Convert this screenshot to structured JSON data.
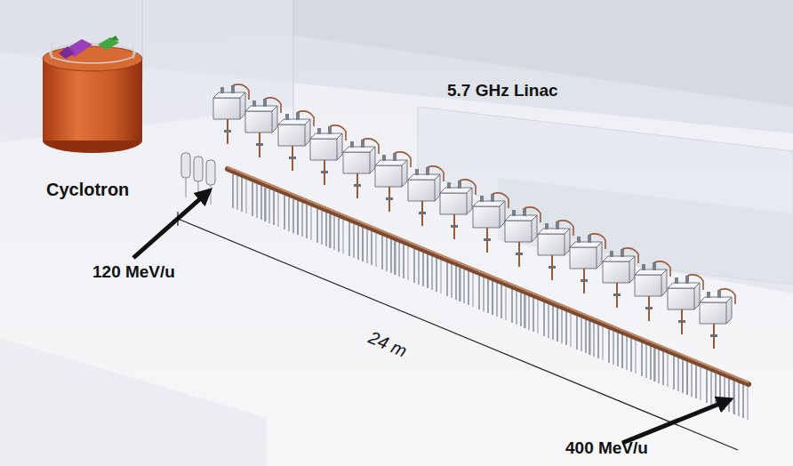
{
  "diagram": {
    "labels": [
      "Cyclotron",
      "5.7 GHz Linac",
      "120 MeV/u",
      "24 m",
      "400 MeV/u"
    ]
  }
}
